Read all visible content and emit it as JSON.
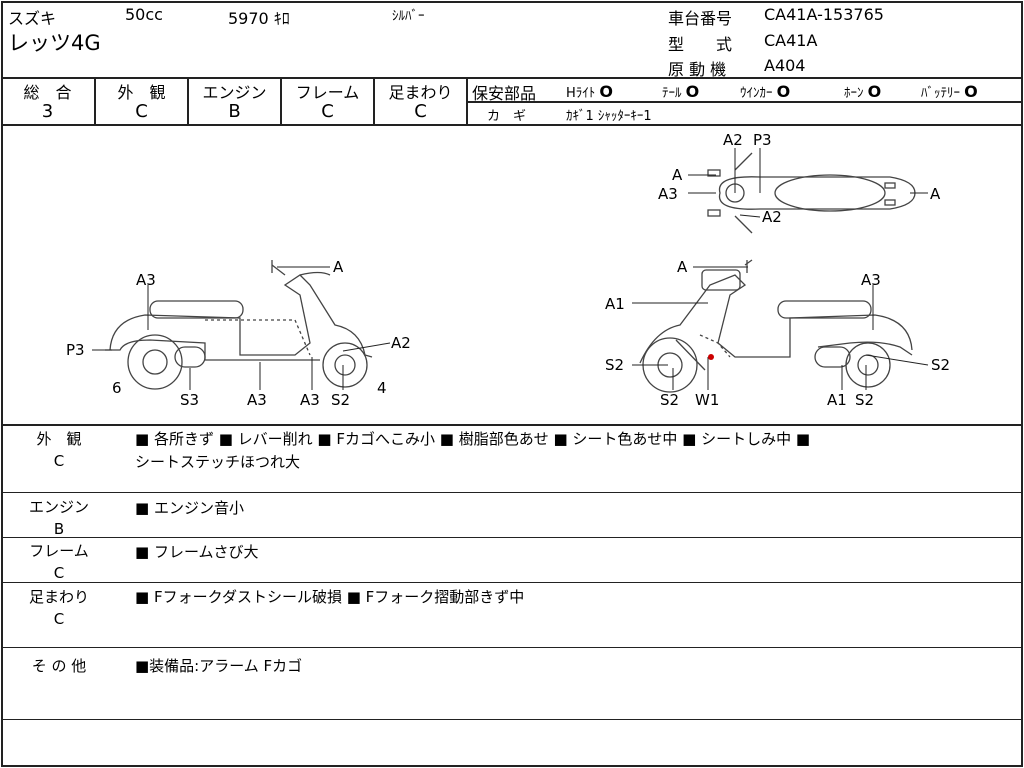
{
  "header": {
    "maker": "スズキ",
    "displacement": "50cc",
    "mileage": "5970 ｷﾛ",
    "color": "ｼﾙﾊﾞｰ",
    "model_name": "レッツ4G",
    "chassis_label": "車台番号",
    "chassis_no": "CA41A-153765",
    "type_label": "型　　式",
    "type": "CA41A",
    "engine_label": "原 動 機",
    "engine": "A404"
  },
  "grades": [
    {
      "label": "総　合",
      "value": "3"
    },
    {
      "label": "外　観",
      "value": "C"
    },
    {
      "label": "エンジン",
      "value": "B"
    },
    {
      "label": "フレーム",
      "value": "C"
    },
    {
      "label": "足まわり",
      "value": "C"
    }
  ],
  "safety": {
    "label": "保安部品",
    "items": [
      {
        "name": "Hﾗｲﾄ",
        "status": "O"
      },
      {
        "name": "ﾃｰﾙ",
        "status": "O"
      },
      {
        "name": "ｳｲﾝｶｰ",
        "status": "O"
      },
      {
        "name": "ﾎｰﾝ",
        "status": "O"
      },
      {
        "name": "ﾊﾞｯﾃﾘｰ",
        "status": "O"
      }
    ]
  },
  "keys": {
    "label": "カ　ギ",
    "value": "ｶｷﾞ1 ｼｬｯﾀｰｷｰ1"
  },
  "diagram": {
    "top": [
      "A2",
      "P3",
      "A",
      "A3",
      "A",
      "A2"
    ],
    "left": [
      "A",
      "A3",
      "P3",
      "A2",
      "6",
      "S3",
      "A3",
      "A3",
      "S2",
      "4"
    ],
    "right": [
      "A",
      "A3",
      "A1",
      "S2",
      "S2",
      "S2",
      "W1",
      "A1",
      "S2"
    ]
  },
  "comments": [
    {
      "cat": "外　観",
      "grade": "C",
      "text": [
        "■ 各所きず ■ レバー削れ ■ Fカゴへこみ小 ■ 樹脂部色あせ ■ シート色あせ中 ■ シートしみ中 ■",
        "シートステッチほつれ大"
      ]
    },
    {
      "cat": "エンジン",
      "grade": "B",
      "text": [
        "■ エンジン音小"
      ]
    },
    {
      "cat": "フレーム",
      "grade": "C",
      "text": [
        "■ フレームさび大"
      ]
    },
    {
      "cat": "足まわり",
      "grade": "C",
      "text": [
        "■ Fフォークダストシール破損 ■ Fフォーク摺動部きず中"
      ]
    },
    {
      "cat": "そ の 他",
      "grade": "",
      "text": [
        "■装備品:アラーム Fカゴ"
      ]
    }
  ]
}
